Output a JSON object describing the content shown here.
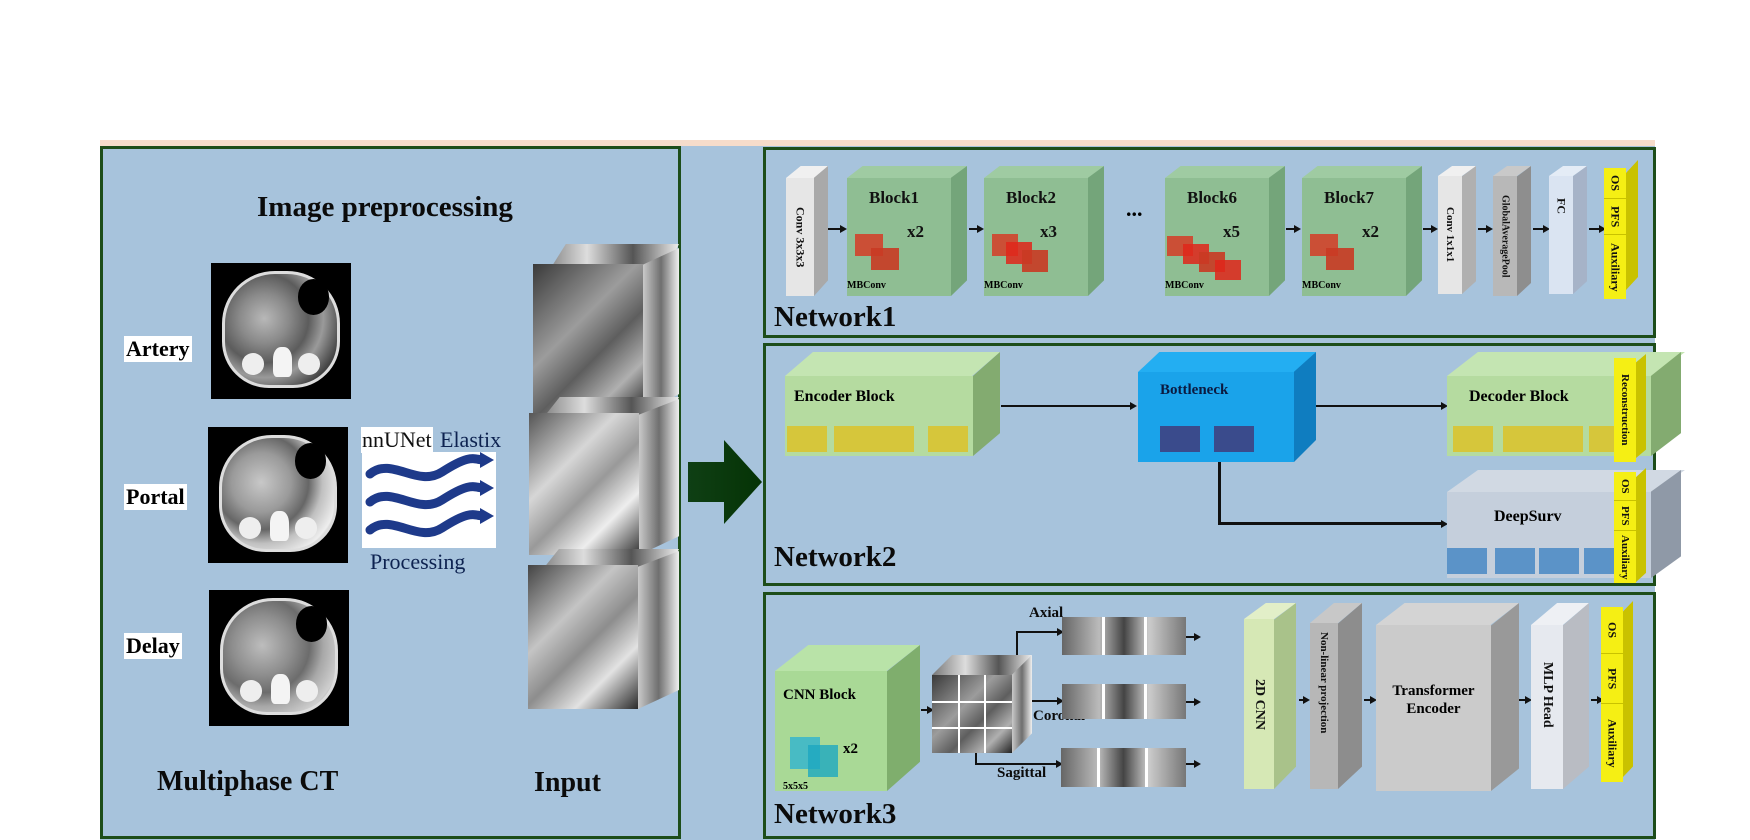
{
  "diagram": {
    "left_panel": {
      "title": "Image preprocessing",
      "phases": [
        {
          "label": "Artery"
        },
        {
          "label": "Portal"
        },
        {
          "label": "Delay"
        }
      ],
      "tools": {
        "tool1": "nnUNet",
        "tool2": "Elastix",
        "process_label": "Processing"
      },
      "bottom_labels": {
        "multiphase": "Multiphase CT",
        "input": "Input"
      }
    },
    "network1": {
      "label": "Network1",
      "conv_in": "Conv 3x3x3",
      "blocks": [
        {
          "name": "Block1",
          "repeat": "x2",
          "sub": "MBConv"
        },
        {
          "name": "Block2",
          "repeat": "x3",
          "sub": "MBConv"
        },
        {
          "name": "Block6",
          "repeat": "x5",
          "sub": "MBConv"
        },
        {
          "name": "Block7",
          "repeat": "x2",
          "sub": "MBConv"
        }
      ],
      "ellipsis": "...",
      "conv_out": "Conv 1x1x1",
      "pool": "GlobalAveragePool",
      "fc": "FC",
      "outputs": [
        "OS",
        "PFS",
        "Auxiliary"
      ]
    },
    "network2": {
      "label": "Network2",
      "encoder": "Encoder Block",
      "bottleneck": "Bottleneck",
      "decoder": "Decoder Block",
      "deepsurv": "DeepSurv",
      "reconstruction": "Reconstruction",
      "outputs": [
        "OS",
        "PFS",
        "Auxiliary"
      ]
    },
    "network3": {
      "label": "Network3",
      "cnn_block": "CNN Block",
      "cnn_repeat": "x2",
      "cnn_kernel": "5x5x5",
      "views": {
        "axial": "Axial",
        "coronal": "Coronal",
        "sagittal": "Sagittal"
      },
      "cnn2d": "2D CNN",
      "projection": "Non-linear projection",
      "transformer_line1": "Transformer",
      "transformer_line2": "Encoder",
      "mlp": "MLP Head",
      "outputs": [
        "OS",
        "PFS",
        "Auxiliary"
      ]
    },
    "colors": {
      "background": "#a7c3dc",
      "border": "#1d4d1a",
      "block_green": "#8fbe93",
      "encoder_green": "#b5dba0",
      "bottleneck_blue": "#1aa3ea",
      "output_yellow": "#f5ef14",
      "mbconv_red": "#d2432c"
    }
  }
}
